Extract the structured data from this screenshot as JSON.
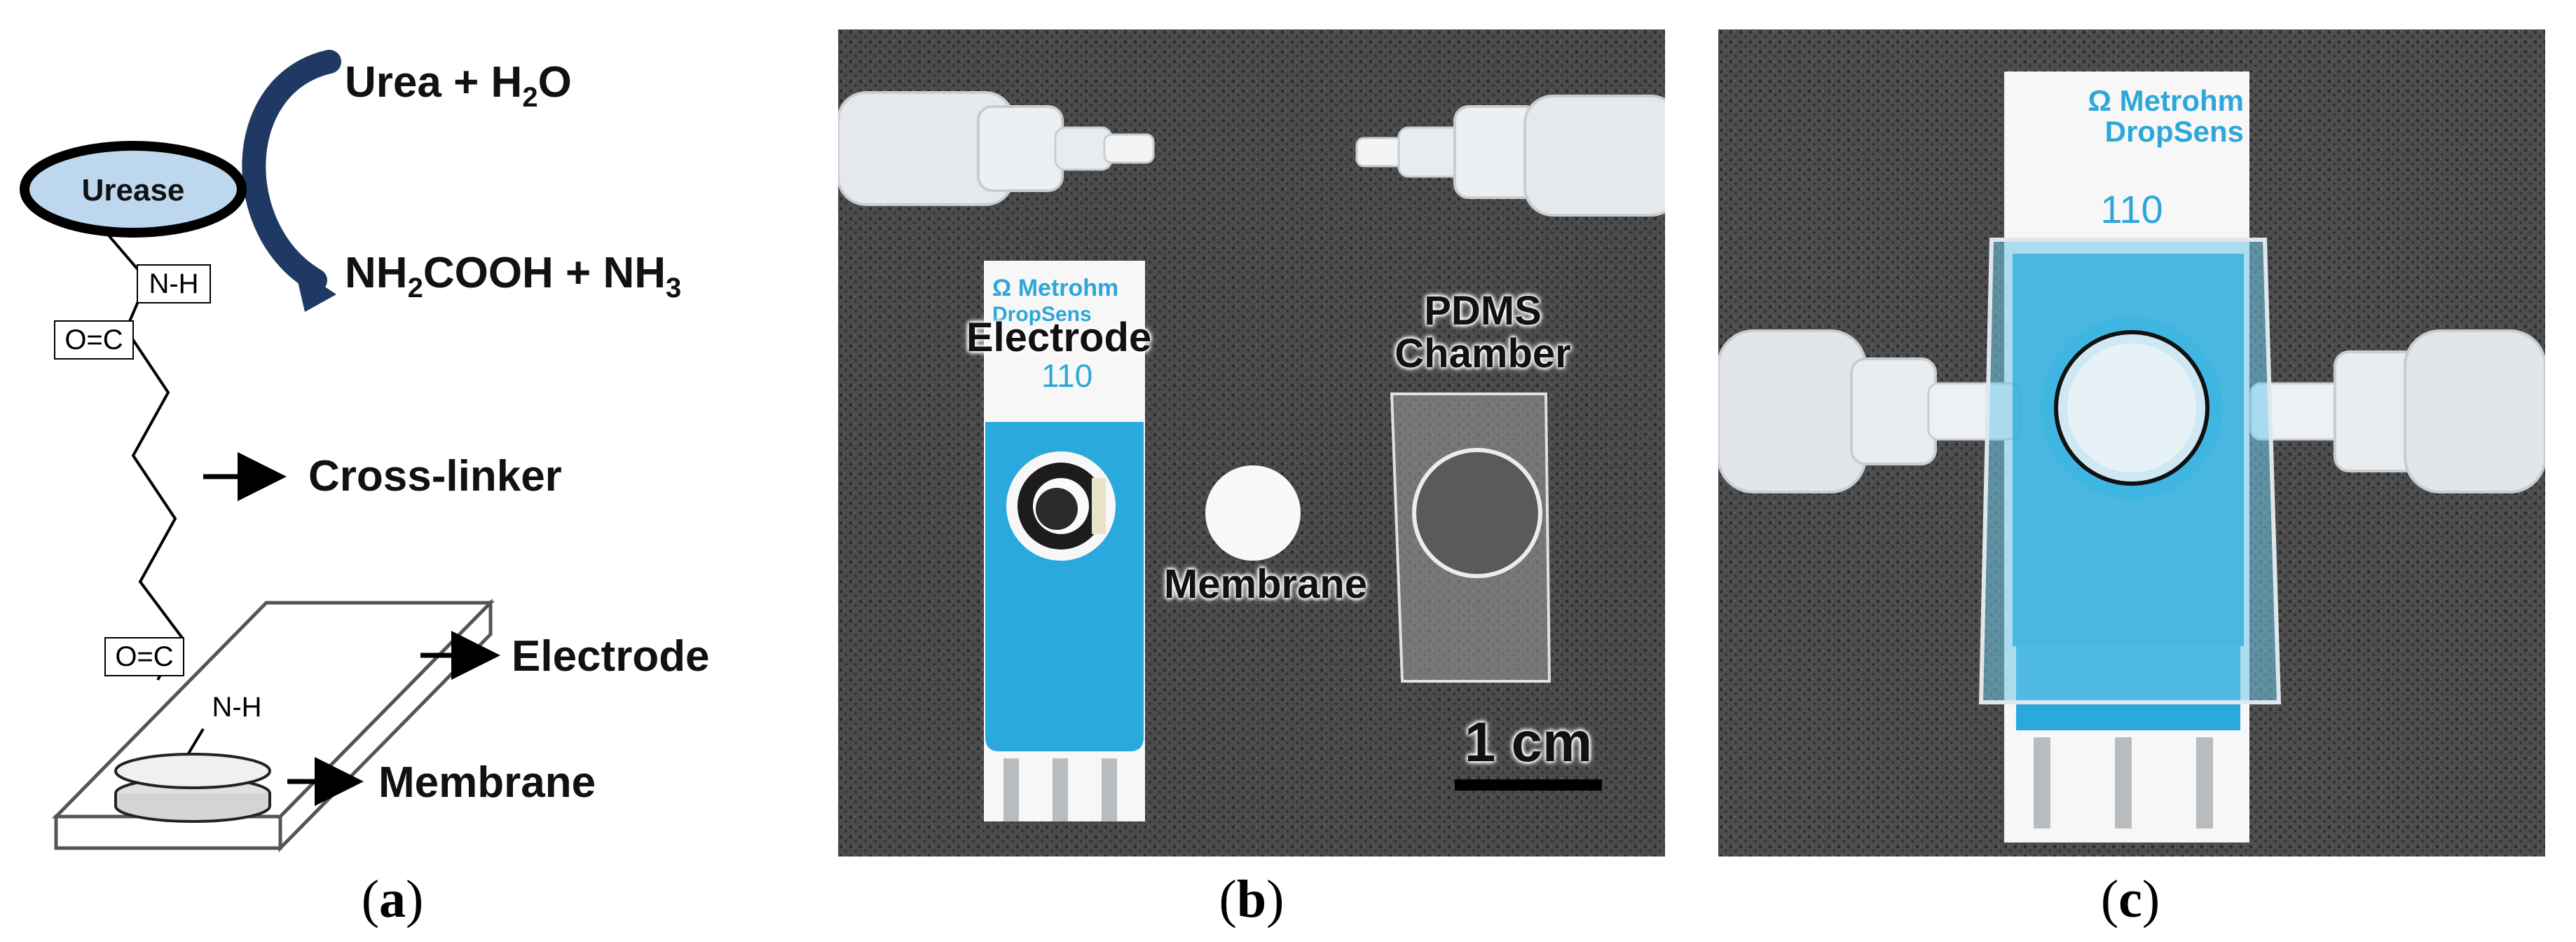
{
  "panel_a": {
    "reaction_reactants": "Urea + H",
    "reaction_reactants_sub": "2",
    "reaction_reactants_tail": "O",
    "reaction_products_1": "NH",
    "reaction_products_sub1": "2",
    "reaction_products_2": "COOH + NH",
    "reaction_products_sub2": "3",
    "enzyme_label": "Urease",
    "nh_top": "N-H",
    "co_top": "O=C",
    "crosslinker_label": "Cross-linker",
    "co_bottom": "O=C",
    "nh_bottom": "N-H",
    "electrode_label": "Electrode",
    "membrane_label": "Membrane",
    "caption_open": "(",
    "caption_letter": "a",
    "caption_close": ")"
  },
  "panel_b": {
    "electrode_label": "Electrode",
    "chamber_label_line1": "PDMS",
    "chamber_label_line2": "Chamber",
    "membrane_label": "Membrane",
    "scale_label": "1 cm",
    "brand_line1": "Metrohm",
    "brand_line2": "DropSens",
    "model": "110",
    "caption_open": "(",
    "caption_letter": "b",
    "caption_close": ")"
  },
  "panel_c": {
    "brand_line1": "Metrohm",
    "brand_line2": "DropSens",
    "model": "110",
    "caption_open": "(",
    "caption_letter": "c",
    "caption_close": ")"
  },
  "colors": {
    "urease_fill": "#bdd7ee",
    "arrow_navy": "#1f3864",
    "electrode_blue": "#29a9dc",
    "photo_bg": "#4a4a4a"
  }
}
